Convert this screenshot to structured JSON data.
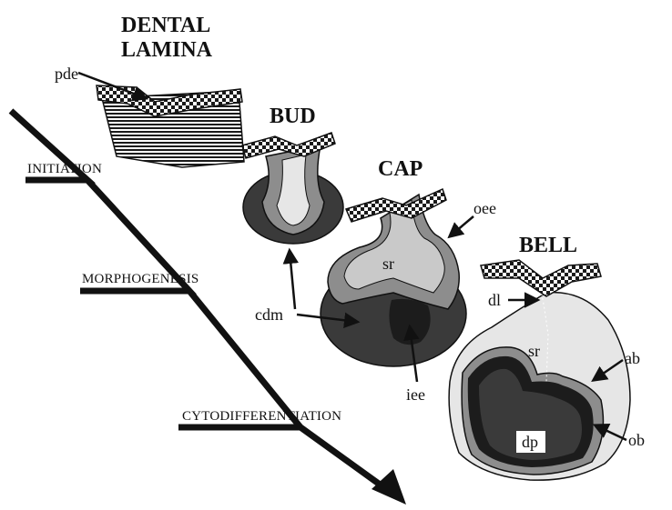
{
  "stages": {
    "dental_lamina": [
      "DENTAL",
      "LAMINA"
    ],
    "bud": "BUD",
    "cap": "CAP",
    "bell": "BELL"
  },
  "phases": {
    "initiation": "INITIATION",
    "morphogenesis": "MORPHOGENESIS",
    "cytodifferentiation": "CYTODIFFERENTIATION"
  },
  "labels": {
    "pde": "pde",
    "cdm": "cdm",
    "oee": "oee",
    "sr_cap": "sr",
    "iee": "iee",
    "dl": "dl",
    "sr_bell": "sr",
    "ab": "ab",
    "dp": "dp",
    "ob": "ob"
  },
  "colors": {
    "ink": "#111111",
    "dark_mesenchyme": "#3a3a3a",
    "mid_gray": "#8d8d8d",
    "light_gray": "#c9c9c9",
    "pale": "#e6e6e6"
  }
}
